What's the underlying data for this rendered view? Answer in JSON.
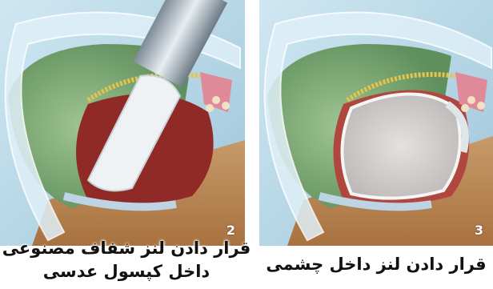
{
  "panels": [
    {
      "step": "2",
      "caption_line1": "قرار دادن لنز شفاف مصنوعی",
      "caption_line2": "داخل کپسول عدسی"
    },
    {
      "step": "3",
      "caption_line1": "قرار دادن لنز داخل چشمی"
    }
  ]
}
